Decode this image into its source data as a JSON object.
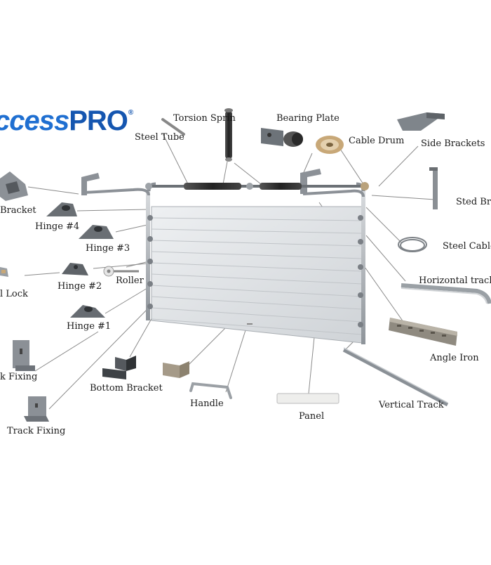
{
  "brand": {
    "logo_part1": "ccess",
    "logo_part2": "PRO",
    "logo_mark": "®",
    "color_part1": "#1f6fd1",
    "color_part2": "#1556b0"
  },
  "labels": {
    "torsion_spring": "Torsion Sprin",
    "steel_tube": "Steel Tube",
    "bearing_plate": "Bearing Plate",
    "cable_drum": "Cable Drum",
    "side_brackets": "Side Brackets",
    "steel_bracket": "Sted Brac",
    "steel_cable": "Steel Cable",
    "horizontal_track": "Horizontal track",
    "angle_iron": "Angle Iron",
    "vertical_track": "Vertical Track",
    "panel": "Panel",
    "handle": "Handle",
    "bottom_bracket": "Bottom Bracket",
    "track_fixing_1": "k Fixing",
    "track_fixing_2": "Track Fixing",
    "hinge_1": "Hinge #1",
    "hinge_2": "Hinge #2",
    "hinge_3": "Hinge #3",
    "hinge_4": "Hinge #4",
    "roller": "Roller",
    "lock": "l Lock",
    "bracket": "Bracket"
  }
}
